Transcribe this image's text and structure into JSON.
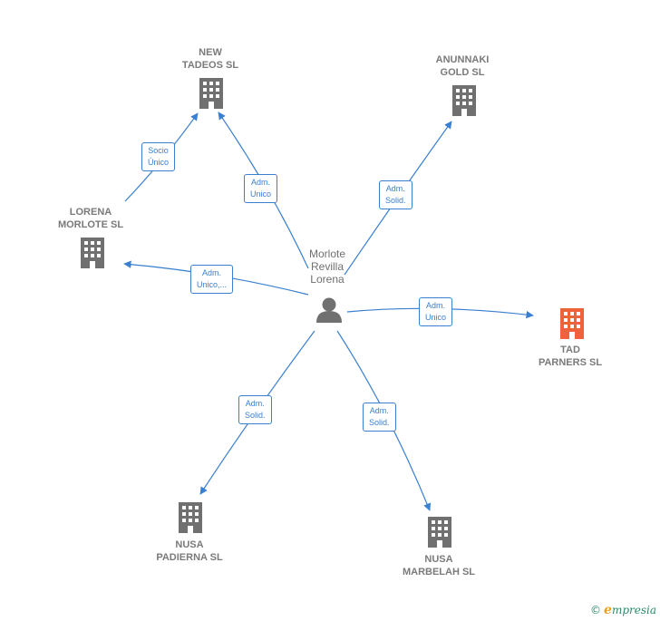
{
  "center": {
    "line1": "Morlote",
    "line2": "Revilla",
    "line3": "Lorena"
  },
  "companies": [
    {
      "id": "new_tadeos",
      "line1": "NEW",
      "line2": "TADEOS  SL",
      "highlight": false
    },
    {
      "id": "anunnaki",
      "line1": "ANUNNAKI",
      "line2": "GOLD SL",
      "highlight": false
    },
    {
      "id": "lorena_morlote",
      "line1": "LORENA",
      "line2": "MORLOTE SL",
      "highlight": false
    },
    {
      "id": "tad_parners",
      "line1": "TAD",
      "line2": "PARNERS  SL",
      "highlight": true
    },
    {
      "id": "nusa_padierna",
      "line1": "NUSA",
      "line2": "PADIERNA SL",
      "highlight": false
    },
    {
      "id": "nusa_marbelah",
      "line1": "NUSA",
      "line2": "MARBELAH SL",
      "highlight": false
    }
  ],
  "relations": [
    {
      "id": "r_socio",
      "line1": "Socio",
      "line2": "Único"
    },
    {
      "id": "r_new",
      "line1": "Adm.",
      "line2": "Unico"
    },
    {
      "id": "r_anun",
      "line1": "Adm.",
      "line2": "Solid."
    },
    {
      "id": "r_lorena",
      "line1": "Adm.",
      "line2": "Unico,..."
    },
    {
      "id": "r_tad",
      "line1": "Adm.",
      "line2": "Unico"
    },
    {
      "id": "r_padierna",
      "line1": "Adm.",
      "line2": "Solid."
    },
    {
      "id": "r_marbelah",
      "line1": "Adm.",
      "line2": "Solid."
    }
  ],
  "footer": {
    "copyright": "©",
    "brand_initial": "e",
    "brand_rest": "mpresia"
  },
  "colors": {
    "edge": "#3a7fd0",
    "building": "#707070",
    "highlight": "#f0623a",
    "label": "#7a7a7a"
  }
}
